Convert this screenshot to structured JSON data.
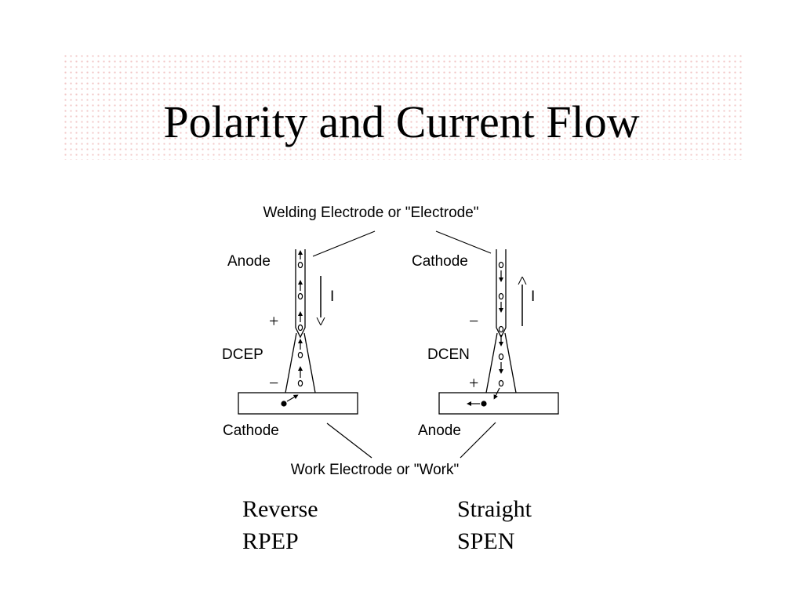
{
  "slide": {
    "title": "Polarity and Current Flow"
  },
  "diagram": {
    "top_label": "Welding Electrode or \"Electrode\"",
    "bottom_label": "Work Electrode or \"Work\"",
    "left": {
      "electrode_role": "Anode",
      "work_role": "Cathode",
      "mode": "DCEP",
      "electrode_sign": "+",
      "work_sign": "−",
      "current_label": "I"
    },
    "right": {
      "electrode_role": "Cathode",
      "work_role": "Anode",
      "mode": "DCEN",
      "electrode_sign": "−",
      "work_sign": "+",
      "current_label": "I"
    }
  },
  "footer": {
    "left_line1": "Reverse",
    "left_line2": "RPEP",
    "right_line1": "Straight",
    "right_line2": "SPEN"
  },
  "colors": {
    "title_band_dots": "#f2c8c8",
    "ink": "#000000"
  }
}
